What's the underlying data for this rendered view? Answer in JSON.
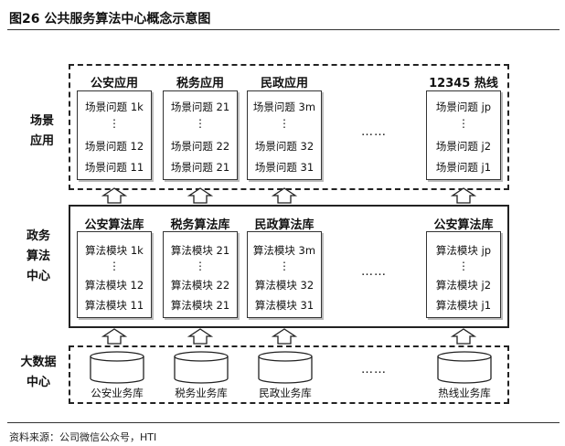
{
  "figure_title": "图26 公共服务算法中心概念示意图",
  "source": "资料来源：公司微信公众号，HTI",
  "rows": {
    "scene": "场景应用",
    "algo": "政务算法中心",
    "data": "大数据中心"
  },
  "ellipsis": "……",
  "vertical_ellipsis": "⋮",
  "scene_columns": [
    {
      "title": "公安应用",
      "items": [
        "场景问题 1k",
        "场景问题 12",
        "场景问题 11"
      ]
    },
    {
      "title": "税务应用",
      "items": [
        "场景问题 21",
        "场景问题 22",
        "场景问题 21"
      ]
    },
    {
      "title": "民政应用",
      "items": [
        "场景问题 3m",
        "场景问题 32",
        "场景问题 31"
      ]
    },
    {
      "title": "12345 热线",
      "items": [
        "场景问题 jp",
        "场景问题 j2",
        "场景问题 j1"
      ]
    }
  ],
  "algo_columns": [
    {
      "title": "公安算法库",
      "items": [
        "算法模块 1k",
        "算法模块 12",
        "算法模块 11"
      ]
    },
    {
      "title": "税务算法库",
      "items": [
        "算法模块 21",
        "算法模块 22",
        "算法模块 21"
      ]
    },
    {
      "title": "民政算法库",
      "items": [
        "算法模块 3m",
        "算法模块 32",
        "算法模块 31"
      ]
    },
    {
      "title": "公安算法库",
      "items": [
        "算法模块 jp",
        "算法模块 j2",
        "算法模块 j1"
      ]
    }
  ],
  "databases": [
    "公安业务库",
    "税务业务库",
    "民政业务库",
    "热线业务库"
  ]
}
